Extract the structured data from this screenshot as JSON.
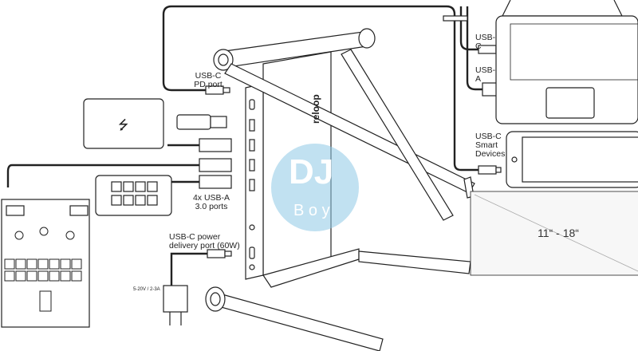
{
  "labels": {
    "usb_c_pd_port": "USB-C PD port",
    "usb_a_ports": "4x USB-A 3.0 ports",
    "usb_c_power_delivery": "USB-C power delivery port (60W)",
    "charger_rating": "5-20V / 2-3A",
    "laptop_usb_c": "USB-C",
    "laptop_usb_a": "USB-A",
    "smart_devices": "USB-C Smart Devices",
    "screen_size": "11“ - 18“"
  },
  "brand_logo": "Reloop",
  "watermark": "DJ Boy",
  "colors": {
    "line": "#222222",
    "watermark": "#8ec9e6"
  }
}
